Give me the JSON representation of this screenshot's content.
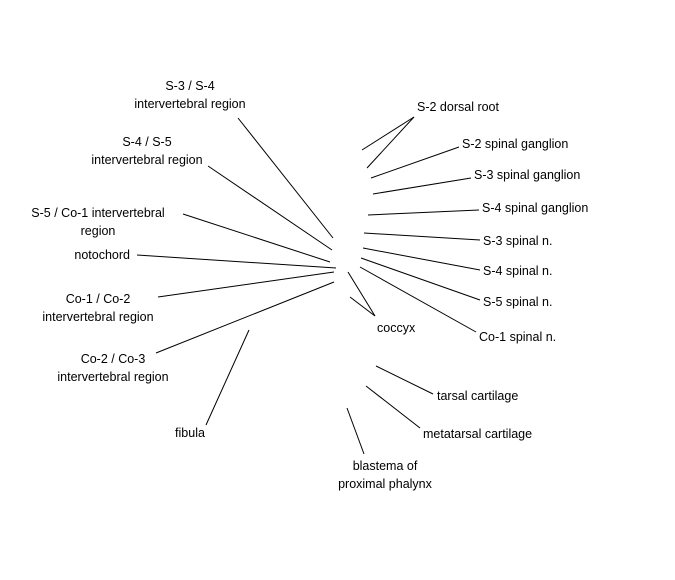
{
  "labels": {
    "s3_s4": "S-3 / S-4\nintervertebral region",
    "s4_s5": "S-4 / S-5\nintervertebral region",
    "s5_co1": "S-5 / Co-1 intervertebral\nregion",
    "notochord": "notochord",
    "co1_co2": "Co-1 / Co-2\nintervertebral region",
    "co2_co3": "Co-2 / Co-3\nintervertebral region",
    "fibula": "fibula",
    "s2_dorsal_root": "S-2 dorsal root",
    "s2_ganglion": "S-2 spinal ganglion",
    "s3_ganglion": "S-3 spinal ganglion",
    "s4_ganglion": "S-4 spinal ganglion",
    "s3_nerve": "S-3 spinal n.",
    "s4_nerve": "S-4 spinal n.",
    "s5_nerve": "S-5 spinal n.",
    "co1_nerve": "Co-1 spinal n.",
    "coccyx": "coccyx",
    "tarsal": "tarsal cartilage",
    "metatarsal": "metatarsal cartilage",
    "blastema": "blastema of\nproximal phalynx"
  }
}
